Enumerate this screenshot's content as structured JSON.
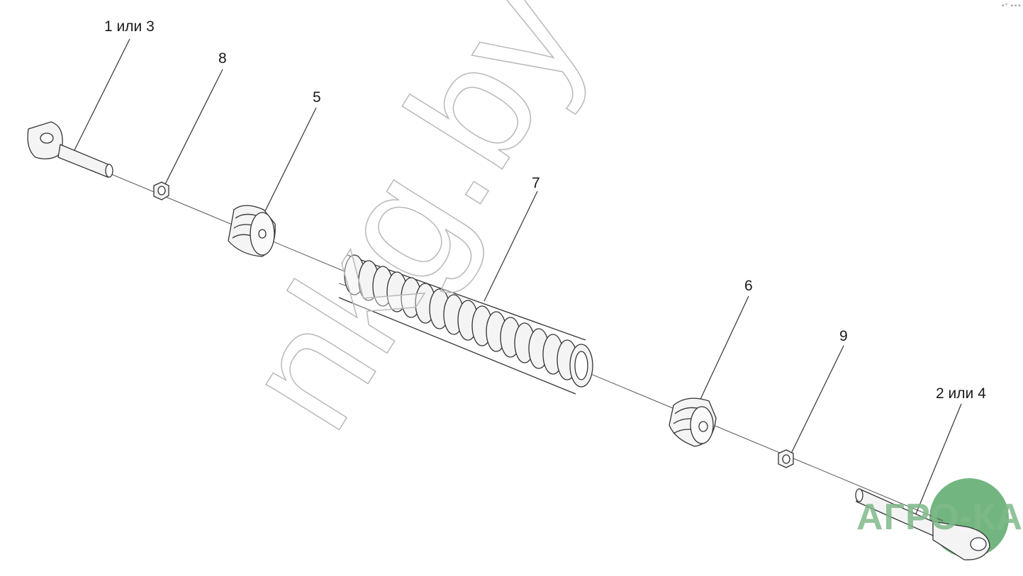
{
  "diagram": {
    "parts": [
      {
        "id": "rod-end-left",
        "label": "1 или 3"
      },
      {
        "id": "nut-left",
        "label": "8"
      },
      {
        "id": "spring-seat-left",
        "label": "5"
      },
      {
        "id": "spring",
        "label": "7"
      },
      {
        "id": "spring-seat-right",
        "label": "6"
      },
      {
        "id": "nut-right",
        "label": "9"
      },
      {
        "id": "rod-end-right",
        "label": "2 или 4"
      }
    ]
  },
  "watermark": {
    "text": "nkg.by",
    "color": "#ffffff",
    "stroke": "#b8b8b8"
  },
  "logo": {
    "text": "АГРО-КА",
    "circle_color": "#5aa86a",
    "text_color": "#7fb98a"
  },
  "corner_mark": "•° •••",
  "colors": {
    "line": "#2a2a2a",
    "part_fill": "#f4f4f4",
    "part_stroke": "#333333"
  }
}
